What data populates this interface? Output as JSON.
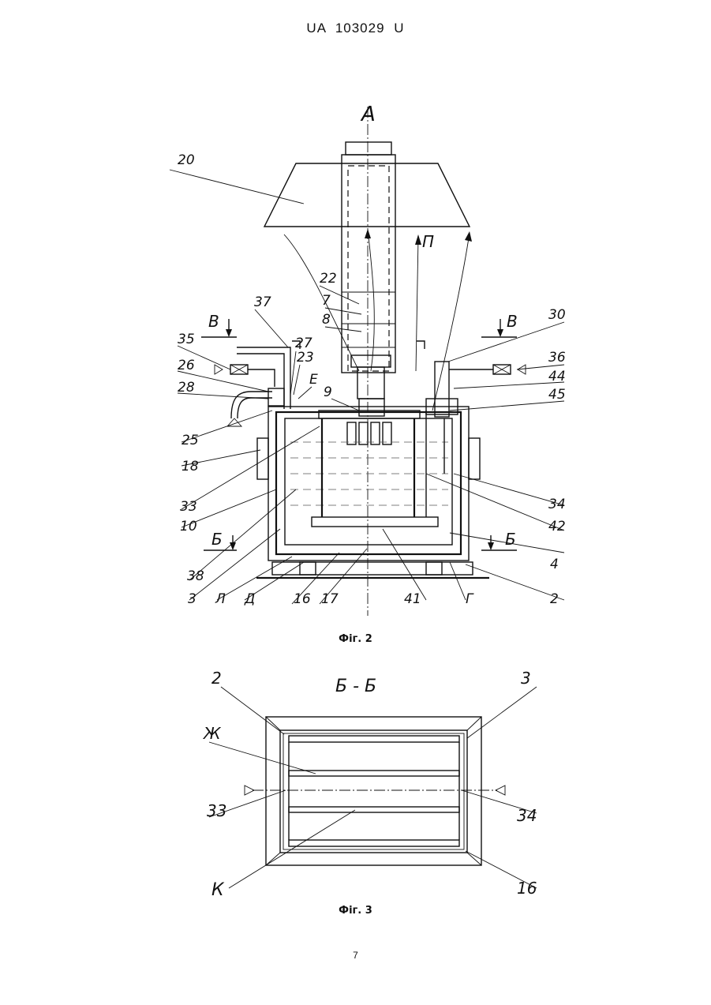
{
  "header": {
    "text": "UA   103029   U"
  },
  "figure2": {
    "caption": "Фіг. 2",
    "labels": {
      "A": "А",
      "P": "П",
      "V_left": "В",
      "V_right": "В",
      "B_left": "Б",
      "B_right": "Б",
      "n20": "20",
      "n22": "22",
      "n7": "7",
      "n8": "8",
      "n37": "37",
      "n27": "27",
      "n23": "23",
      "E": "Е",
      "n9": "9",
      "n35": "35",
      "n26": "26",
      "n28": "28",
      "n25": "25",
      "n18": "18",
      "n33": "33",
      "n10": "10",
      "n38": "38",
      "n3": "3",
      "L": "Л",
      "D": "Д",
      "n16": "16",
      "n17": "17",
      "n41": "41",
      "G": "Г",
      "n2": "2",
      "n4": "4",
      "n42": "42",
      "n34": "34",
      "n45": "45",
      "n44": "44",
      "n36": "36",
      "n30": "30"
    }
  },
  "figure3": {
    "caption": "Фіг. 3",
    "section": "Б - Б",
    "labels": {
      "n2": "2",
      "n3": "3",
      "ZH": "Ж",
      "n33": "33",
      "n34": "34",
      "K": "К",
      "n16": "16"
    }
  },
  "page_number": "7"
}
